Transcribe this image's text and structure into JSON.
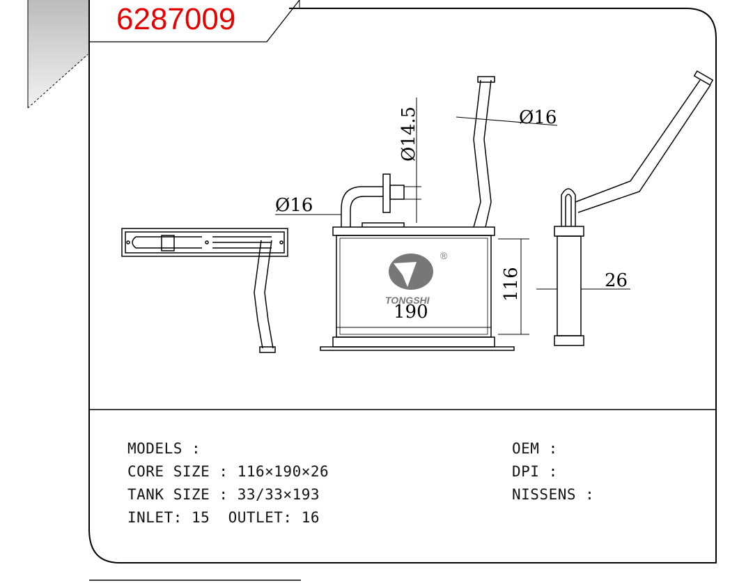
{
  "part_number": "6287009",
  "brand": {
    "name": "TONGSHI",
    "registered_mark": "®"
  },
  "dimensions": {
    "inlet_diameter": "Ø16",
    "outlet_diameter": "Ø16",
    "flange_diameter": "Ø14.5",
    "core_width": "190",
    "core_height": "116",
    "core_depth": "26"
  },
  "specs": {
    "models": "MODELS :",
    "core_size": "CORE SIZE : 116×190×26",
    "tank_size": "TANK SIZE : 33/33×193",
    "inlet_outlet": "INLET: 15  OUTLET: 16",
    "oem": "OEM :",
    "dpi": "DPI :",
    "nissens": "NISSENS :"
  },
  "colors": {
    "part_number": "#e60000",
    "logo": "#777777"
  }
}
